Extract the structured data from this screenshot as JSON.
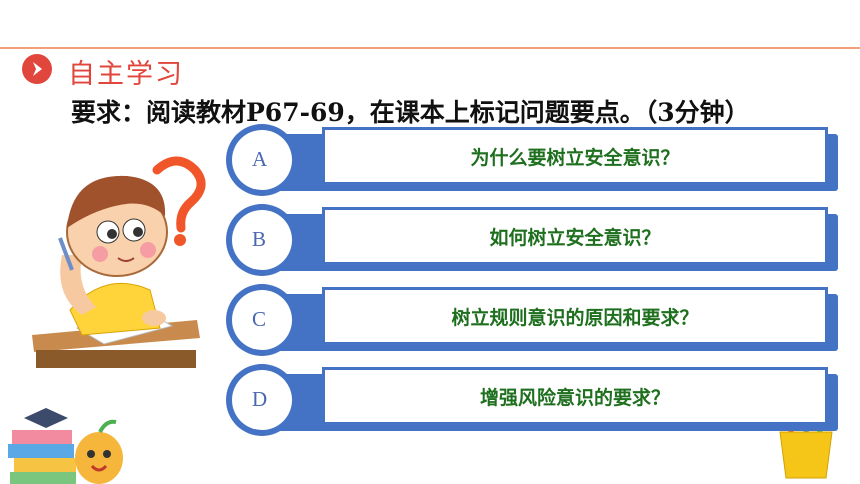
{
  "header": {
    "section_title": "自主学习",
    "instruction": "要求：阅读教材P67-69，在课本上标记问题要点。（3分钟）"
  },
  "options": [
    {
      "letter": "A",
      "text": "为什么要树立安全意识？"
    },
    {
      "letter": "B",
      "text": "如何树立安全意识？"
    },
    {
      "letter": "C",
      "text": "树立规则意识的原因和要求？"
    },
    {
      "letter": "D",
      "text": "增强风险意识的要求？"
    }
  ],
  "colors": {
    "accent_red": "#e0463c",
    "option_blue": "#4472c4",
    "option_text_green": "#1e6f1e",
    "divider_orange": "#f4a07a"
  },
  "icons": [
    "chevron-right-icon",
    "thinking-student-illustration",
    "books-apple-illustration",
    "pencil-cup-illustration"
  ]
}
